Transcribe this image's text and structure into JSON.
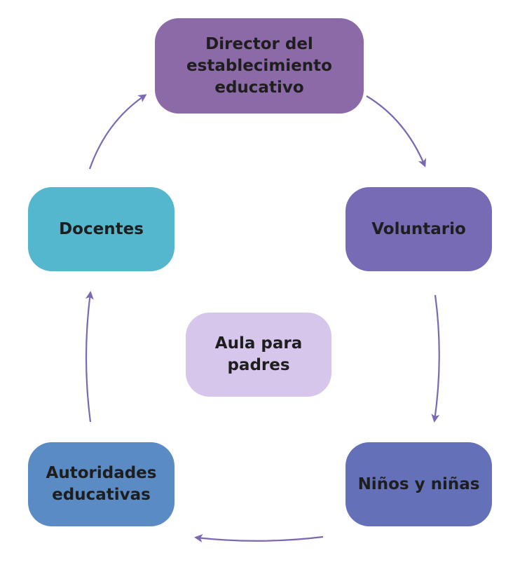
{
  "diagram": {
    "nodes": {
      "director": {
        "label": "Director del establecimiento educativo",
        "color": "#8c6aa8"
      },
      "voluntario": {
        "label": "Voluntario",
        "color": "#786bb5"
      },
      "ninos": {
        "label": "Niños y niñas",
        "color": "#6471b9"
      },
      "autoridades": {
        "label": "Autoridades educativas",
        "color": "#5b8bc4"
      },
      "docentes": {
        "label": "Docentes",
        "color": "#55b7cd"
      },
      "aula": {
        "label": "Aula para padres",
        "color": "#d6c6ec"
      }
    },
    "arrow_color": "#7a68b3"
  }
}
